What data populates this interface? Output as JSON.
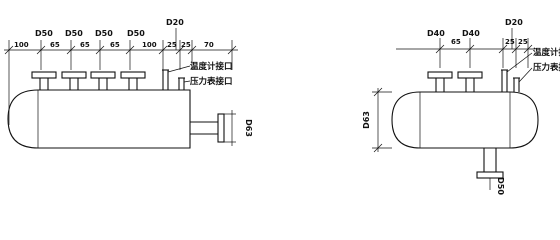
{
  "left": {
    "outlets": [
      "D50",
      "D50",
      "D50",
      "D50"
    ],
    "gauge_size": "D20",
    "dims": [
      "100",
      "65",
      "65",
      "65",
      "100",
      "25",
      "25",
      "70"
    ],
    "temp_port": "温度计接口",
    "pressure_port": "压力表接口",
    "inlet": "D63"
  },
  "right": {
    "outlets": [
      "D40",
      "D40"
    ],
    "gauge_size": "D20",
    "dims": [
      "65",
      "25",
      "25"
    ],
    "temp_port": "温度计接口",
    "pressure_port": "压力表接口",
    "height": "D63",
    "bottom": "D50"
  }
}
